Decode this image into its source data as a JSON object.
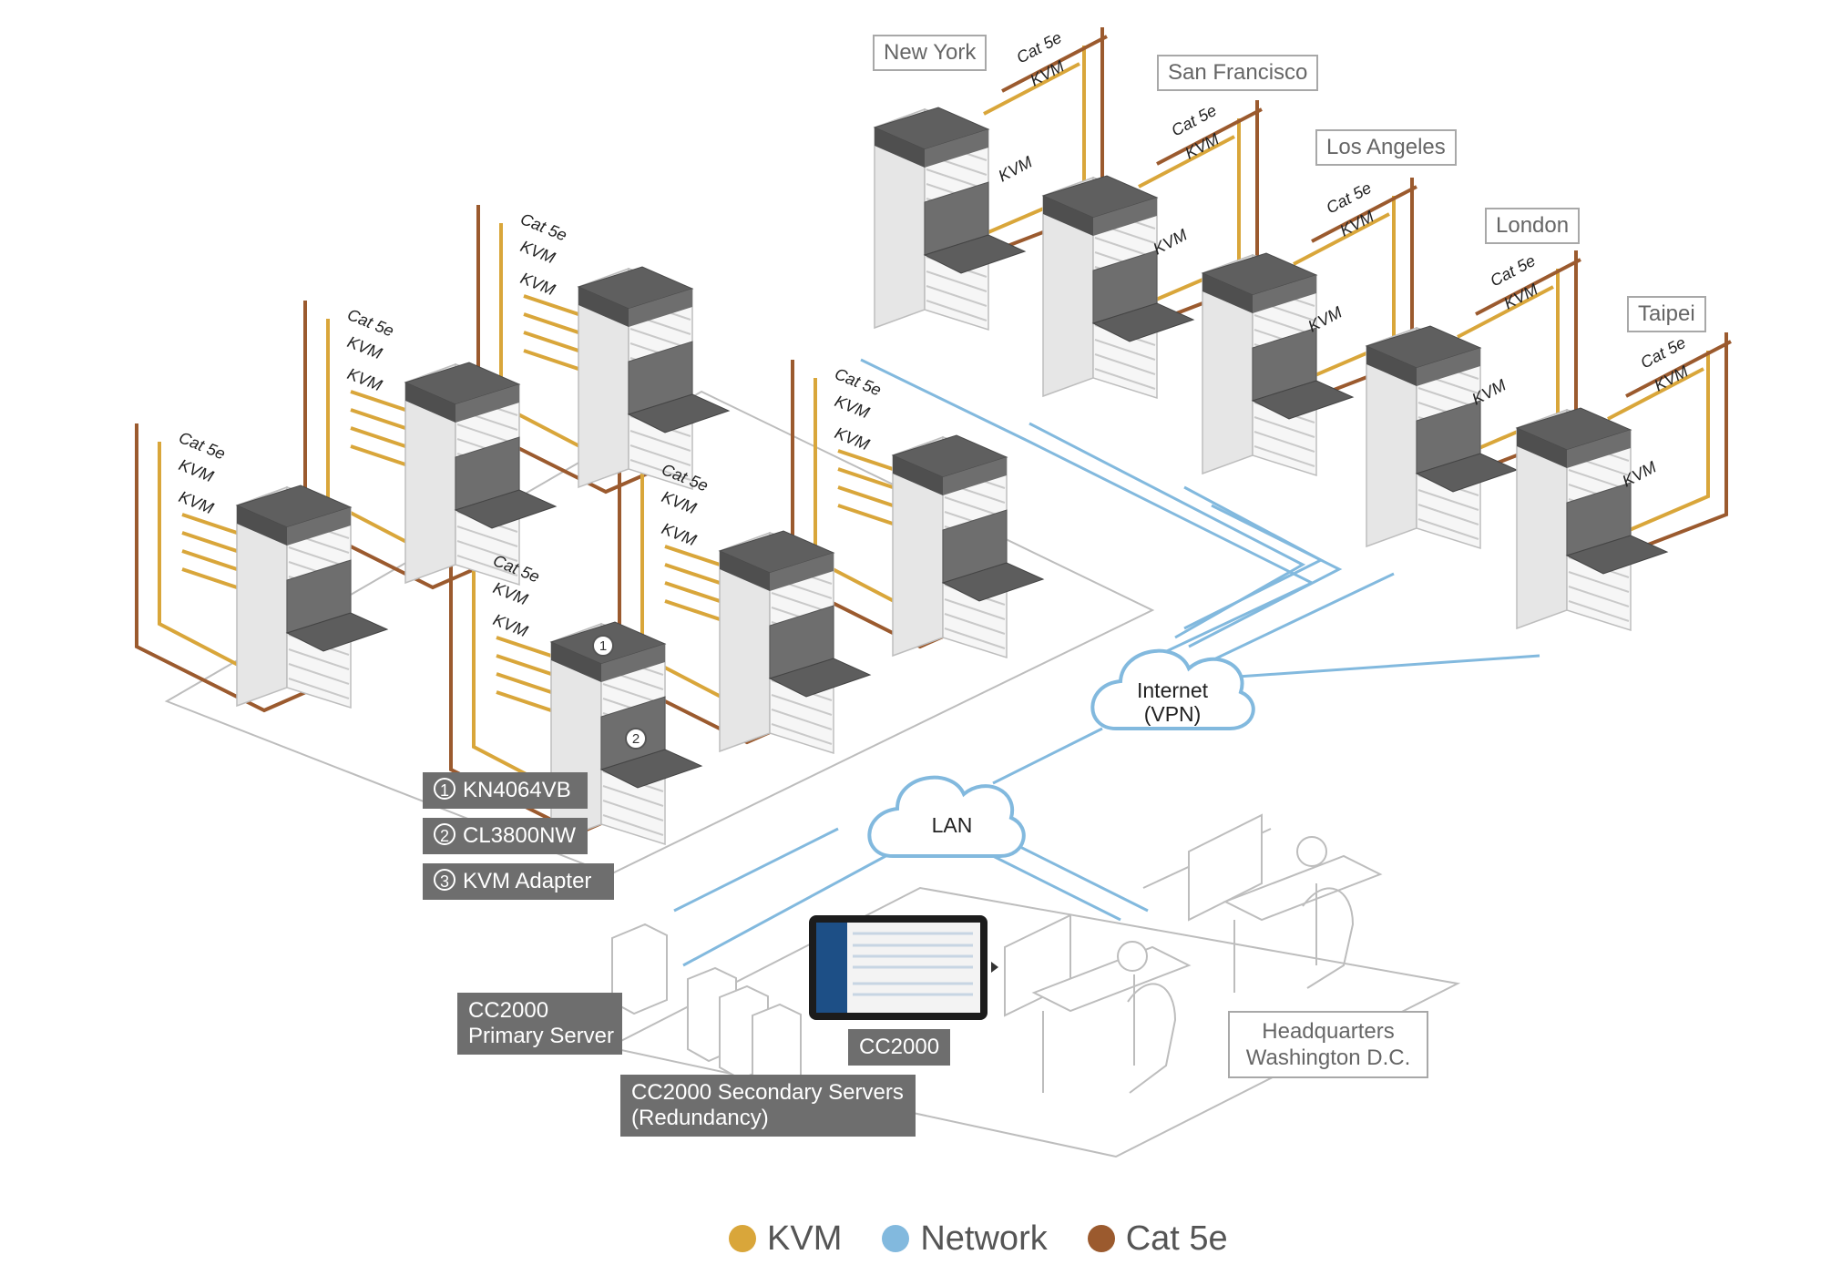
{
  "sites": {
    "new_york": "New York",
    "san_francisco": "San Francisco",
    "los_angeles": "Los Angeles",
    "london": "London",
    "taipei": "Taipei"
  },
  "cable_labels": {
    "cat5e": "Cat 5e",
    "kvm": "KVM"
  },
  "clouds": {
    "internet_line1": "Internet",
    "internet_line2": "(VPN)",
    "lan": "LAN"
  },
  "components": [
    {
      "num": "1",
      "name": "KN4064VB"
    },
    {
      "num": "2",
      "name": "CL3800NW"
    },
    {
      "num": "3",
      "name": "KVM Adapter"
    }
  ],
  "servers": {
    "primary_line1": "CC2000",
    "primary_line2": "Primary Server",
    "secondary_line1": "CC2000 Secondary Servers",
    "secondary_line2": "(Redundancy)",
    "cc2000": "CC2000"
  },
  "headquarters": {
    "line1": "Headquarters",
    "line2": "Washington D.C."
  },
  "legend": [
    {
      "label": "KVM",
      "color": "#d9a63a"
    },
    {
      "label": "Network",
      "color": "#82b9de"
    },
    {
      "label": "Cat 5e",
      "color": "#9b5a2e"
    }
  ],
  "colors": {
    "kvm": "#d9a63a",
    "network": "#82b9de",
    "cat5e": "#9b5a2e",
    "rack_top": "#5f5f5f",
    "rack_body": "#e6e6e6",
    "outline": "#bdbdbd"
  }
}
